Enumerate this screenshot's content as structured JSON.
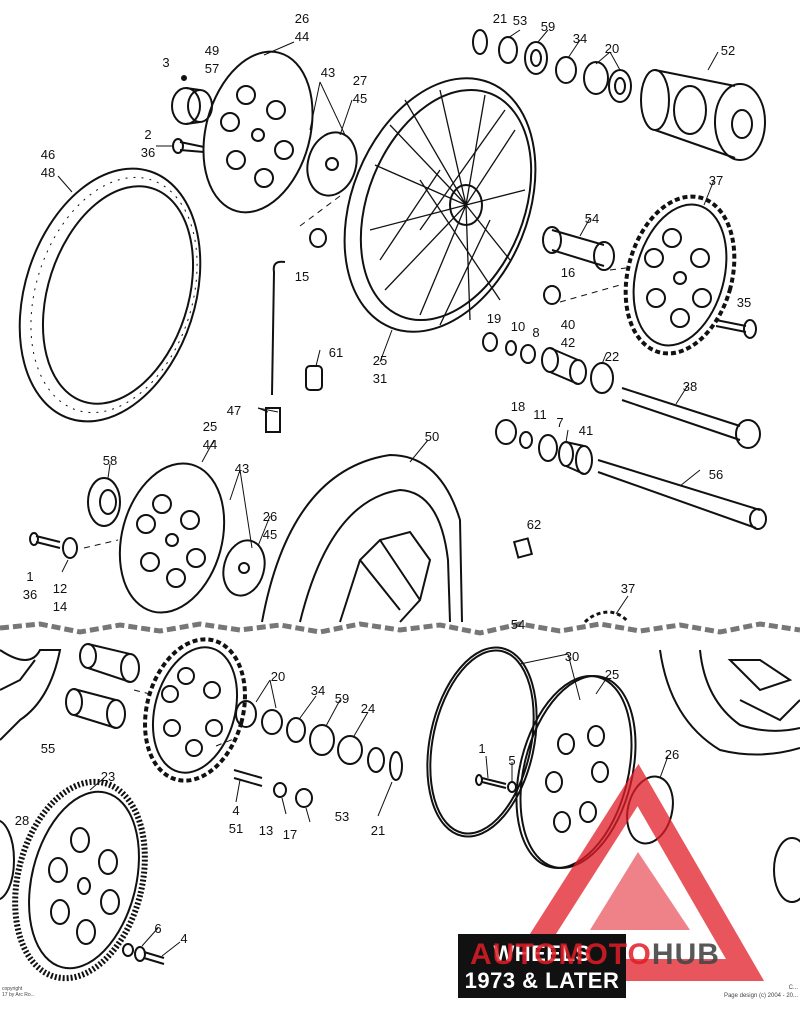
{
  "title": {
    "line1": "WHEELS",
    "line2": "1973 & LATER"
  },
  "watermark": {
    "part1": "AUTOMOTO",
    "part2": "HUB"
  },
  "copyright_left": "copyright\n17 by Arc Ro...",
  "copyright_right": "C...\nPage design (c) 2004 - 20...",
  "colors": {
    "ink": "#111111",
    "watermark_red": "#e11c26",
    "title_bg": "#111111"
  },
  "callouts": [
    "21",
    "53",
    "59",
    "34",
    "20",
    "52",
    "26",
    "44",
    "49",
    "57",
    "3",
    "43",
    "27",
    "45",
    "2",
    "36",
    "46",
    "48",
    "37",
    "54",
    "15",
    "16",
    "35",
    "40",
    "42",
    "19",
    "10",
    "8",
    "22",
    "61",
    "25",
    "31",
    "47",
    "38",
    "18",
    "11",
    "7",
    "41",
    "25",
    "44",
    "58",
    "43",
    "26",
    "45",
    "50",
    "62",
    "56",
    "1",
    "36",
    "12",
    "14",
    "37",
    "54",
    "20",
    "34",
    "59",
    "24",
    "30",
    "25",
    "55",
    "1",
    "5",
    "26",
    "23",
    "4",
    "51",
    "13",
    "17",
    "53",
    "21",
    "28",
    "6",
    "4"
  ]
}
